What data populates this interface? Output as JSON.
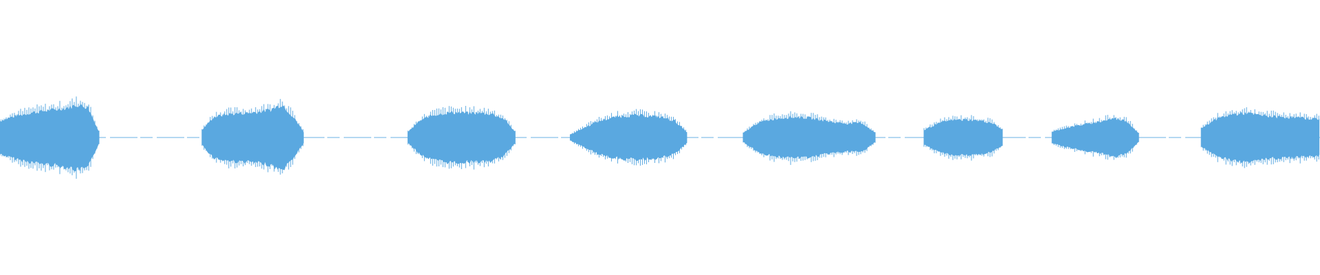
{
  "waveform": {
    "color": "#5aa8e0",
    "background": "#ffffff",
    "shape": "peak-envelope",
    "segments": [
      {
        "start": 0.0,
        "end": 0.075,
        "profile": [
          0.45,
          0.55,
          0.62,
          0.68,
          0.72,
          0.75,
          0.8,
          0.88,
          0.82,
          0.15
        ]
      },
      {
        "start": 0.153,
        "end": 0.231,
        "profile": [
          0.2,
          0.55,
          0.62,
          0.65,
          0.66,
          0.7,
          0.75,
          0.9,
          0.55,
          0.1
        ]
      },
      {
        "start": 0.309,
        "end": 0.391,
        "profile": [
          0.15,
          0.45,
          0.6,
          0.66,
          0.68,
          0.66,
          0.66,
          0.64,
          0.5,
          0.12
        ]
      },
      {
        "start": 0.432,
        "end": 0.521,
        "profile": [
          0.08,
          0.25,
          0.42,
          0.52,
          0.58,
          0.6,
          0.58,
          0.55,
          0.45,
          0.12
        ]
      },
      {
        "start": 0.563,
        "end": 0.664,
        "profile": [
          0.12,
          0.4,
          0.5,
          0.55,
          0.55,
          0.5,
          0.42,
          0.38,
          0.4,
          0.1
        ]
      },
      {
        "start": 0.7,
        "end": 0.76,
        "profile": [
          0.2,
          0.35,
          0.45,
          0.48,
          0.48,
          0.45,
          0.4,
          0.2
        ]
      },
      {
        "start": 0.797,
        "end": 0.863,
        "profile": [
          0.15,
          0.25,
          0.32,
          0.38,
          0.44,
          0.52,
          0.45,
          0.1
        ]
      },
      {
        "start": 0.91,
        "end": 1.0,
        "profile": [
          0.25,
          0.5,
          0.62,
          0.66,
          0.6,
          0.56,
          0.55,
          0.52,
          0.5
        ]
      }
    ]
  }
}
